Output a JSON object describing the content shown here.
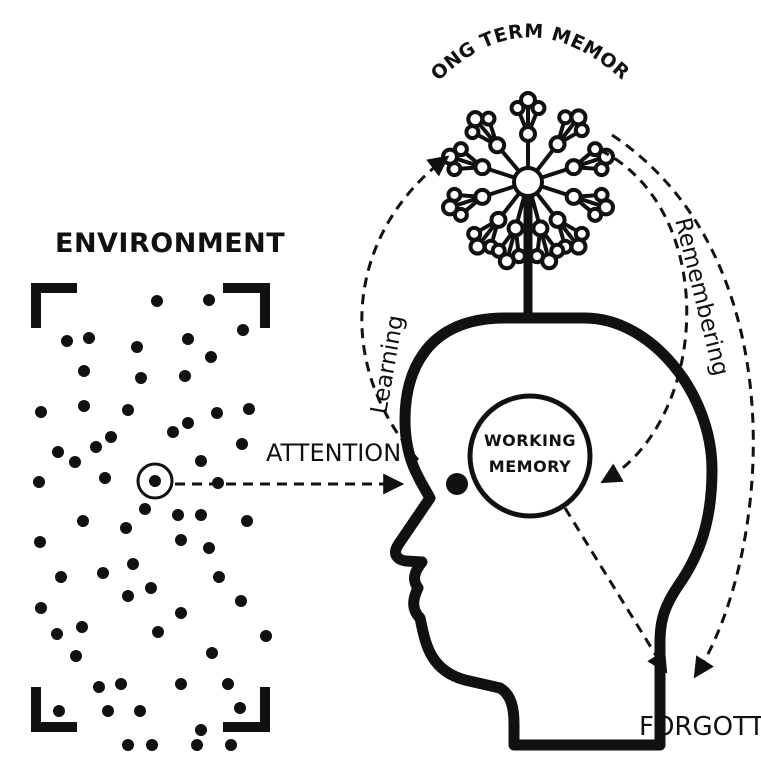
{
  "labels": {
    "environment": "ENVIRONMENT",
    "long_term_memory": "LONG TERM MEMORY",
    "attention": "ATTENTION",
    "learning": "Learning",
    "remembering": "Remembering",
    "working_memory_line1": "WORKING",
    "working_memory_line2": "MEMORY",
    "forgotten": "FORGOTTEN"
  },
  "colors": {
    "ink": "#111111",
    "background": "#ffffff"
  },
  "icons": {
    "focus": "target-icon",
    "brain_network": "neural-network-icon",
    "head": "head-profile-icon"
  }
}
